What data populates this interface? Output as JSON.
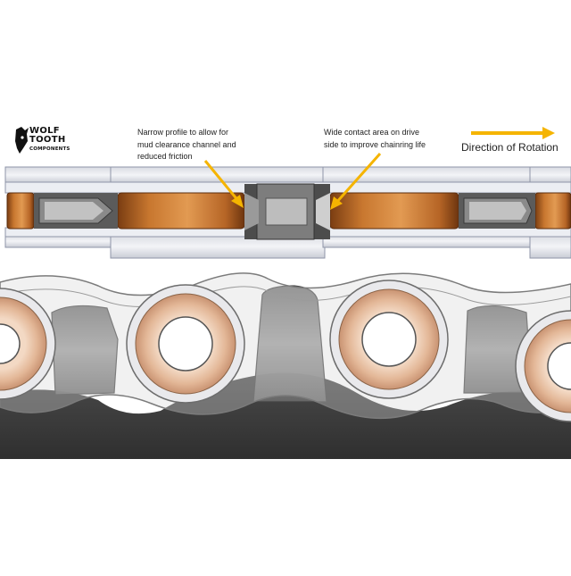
{
  "logo": {
    "line1": "WOLF",
    "line2": "TOOTH",
    "line3": "COMPONENTS"
  },
  "callouts": {
    "left": "Narrow profile to allow for\nmud clearance channel and\nreduced friction",
    "right": "Wide contact area on drive\nside to improve chainring life"
  },
  "direction": {
    "label": "Direction of Rotation"
  },
  "colors": {
    "accent": "#f5b400",
    "roller_bronze": "#b8692a",
    "roller_side": "#e8c2a4",
    "tooth_gray": "#8c8c8c",
    "ring_dark": "#3a3a3a"
  }
}
